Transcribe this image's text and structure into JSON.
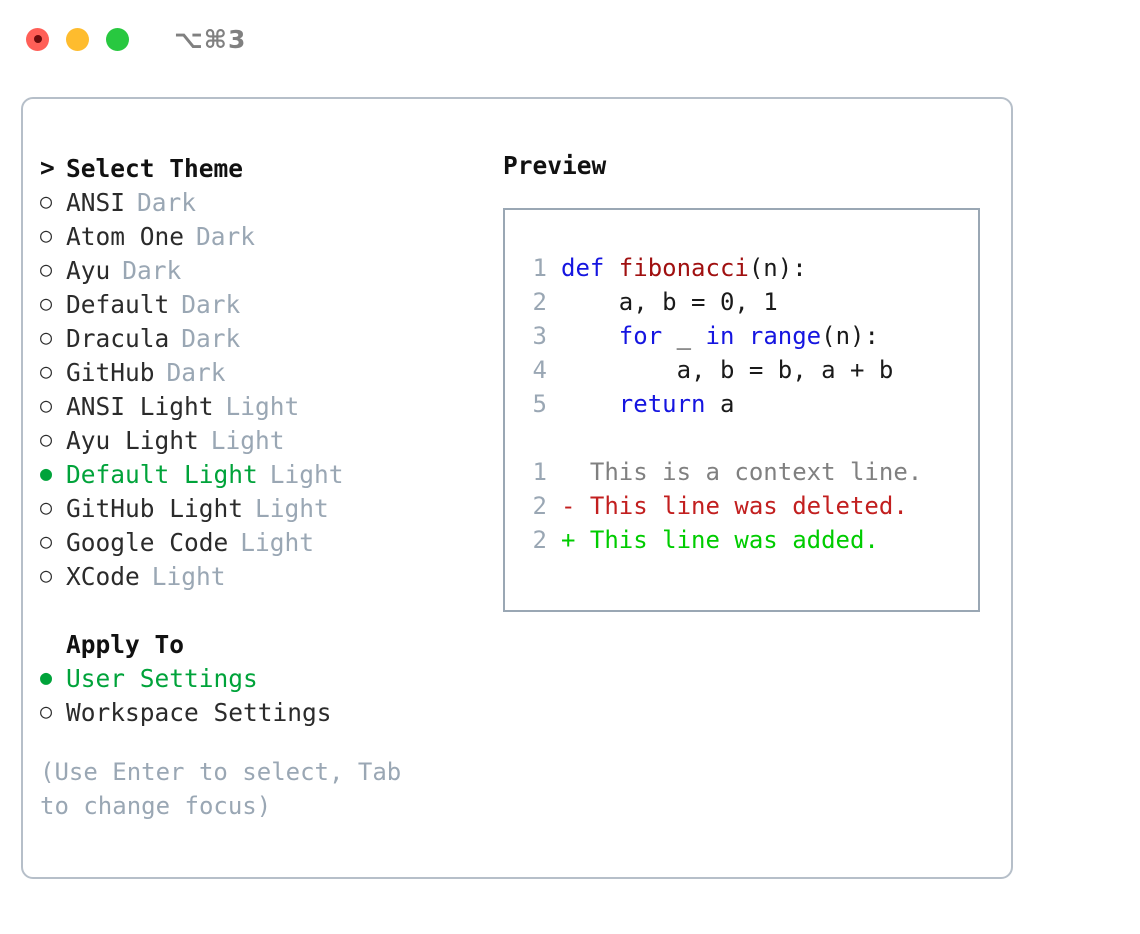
{
  "titlebar": {
    "shortcut": "⌥⌘3",
    "lights": [
      "close-light",
      "minimize-light",
      "maximize-light"
    ]
  },
  "theme_panel": {
    "header": {
      "prefix": "> ",
      "title": "Select Theme"
    },
    "items": [
      {
        "bullet": "○",
        "label": "ANSI",
        "badge": "Dark",
        "selected": false
      },
      {
        "bullet": "○",
        "label": "Atom One",
        "badge": "Dark",
        "selected": false
      },
      {
        "bullet": "○",
        "label": "Ayu",
        "badge": "Dark",
        "selected": false
      },
      {
        "bullet": "○",
        "label": "Default",
        "badge": "Dark",
        "selected": false
      },
      {
        "bullet": "○",
        "label": "Dracula",
        "badge": "Dark",
        "selected": false
      },
      {
        "bullet": "○",
        "label": "GitHub",
        "badge": "Dark",
        "selected": false
      },
      {
        "bullet": "○",
        "label": "ANSI Light",
        "badge": "Light",
        "selected": false
      },
      {
        "bullet": "○",
        "label": "Ayu Light",
        "badge": "Light",
        "selected": false
      },
      {
        "bullet": "●",
        "label": "Default Light",
        "badge": "Light",
        "selected": true
      },
      {
        "bullet": "○",
        "label": "GitHub Light",
        "badge": "Light",
        "selected": false
      },
      {
        "bullet": "○",
        "label": "Google Code",
        "badge": "Light",
        "selected": false
      },
      {
        "bullet": "○",
        "label": "XCode",
        "badge": "Light",
        "selected": false
      }
    ],
    "apply_to": {
      "title": "Apply To",
      "options": [
        {
          "bullet": "●",
          "label": "User Settings",
          "selected": true
        },
        {
          "bullet": "○",
          "label": "Workspace Settings",
          "selected": false
        }
      ]
    },
    "hint": "(Use Enter to select, Tab to change focus)"
  },
  "preview": {
    "title": "Preview",
    "code_lines": [
      {
        "no": "1",
        "segments": [
          {
            "t": "def ",
            "c": "kw"
          },
          {
            "t": "fibonacci",
            "c": "fn"
          },
          {
            "t": "(n):",
            "c": ""
          }
        ]
      },
      {
        "no": "2",
        "segments": [
          {
            "t": "    a, b = 0, 1",
            "c": ""
          }
        ]
      },
      {
        "no": "3",
        "segments": [
          {
            "t": "    ",
            "c": ""
          },
          {
            "t": "for",
            "c": "kw"
          },
          {
            "t": " _ ",
            "c": ""
          },
          {
            "t": "in",
            "c": "kw"
          },
          {
            "t": " ",
            "c": ""
          },
          {
            "t": "range",
            "c": "kw"
          },
          {
            "t": "(n):",
            "c": ""
          }
        ]
      },
      {
        "no": "4",
        "segments": [
          {
            "t": "        a, b = b, a + b",
            "c": ""
          }
        ]
      },
      {
        "no": "5",
        "segments": [
          {
            "t": "    ",
            "c": ""
          },
          {
            "t": "return",
            "c": "kw"
          },
          {
            "t": " a",
            "c": ""
          }
        ]
      }
    ],
    "diff_lines": [
      {
        "no": "1",
        "marker": " ",
        "text": " This is a context line.",
        "kind": "context"
      },
      {
        "no": "2",
        "marker": "-",
        "text": " This line was deleted.",
        "kind": "del"
      },
      {
        "no": "2",
        "marker": "+",
        "text": " This line was added.",
        "kind": "add"
      }
    ]
  },
  "colors": {
    "accent_green": "#00a33a",
    "muted": "#9aa7b4",
    "keyword_blue": "#1515e0",
    "function_red": "#a01010",
    "diff_delete": "#c21f1f",
    "diff_add": "#00cc00",
    "border": "#b6bfc9"
  }
}
